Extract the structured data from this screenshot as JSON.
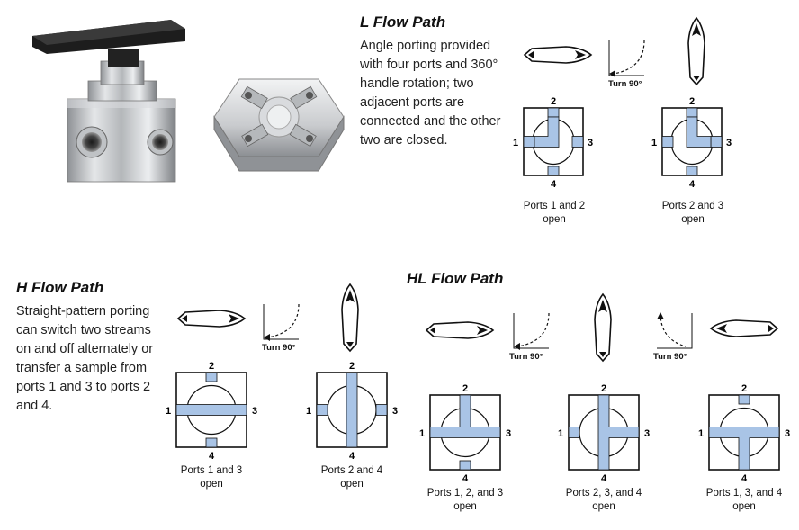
{
  "sections": {
    "l": {
      "title": "L Flow Path",
      "description": "Angle porting provided with four ports and 360° handle rotation; two adjacent ports are connected and the other two are closed.",
      "diagrams": [
        {
          "caption": "Ports 1 and 2 open",
          "ports": [
            "1",
            "2",
            "3",
            "4"
          ]
        },
        {
          "caption": "Ports 2 and 3 open",
          "ports": [
            "1",
            "2",
            "3",
            "4"
          ]
        }
      ],
      "turn_label": "Turn 90°"
    },
    "h": {
      "title": "H Flow Path",
      "description": "Straight-pattern porting can switch two streams on and off alternately or transfer a sample from ports 1 and 3 to ports 2 and 4.",
      "diagrams": [
        {
          "caption": "Ports 1 and 3 open",
          "ports": [
            "1",
            "2",
            "3",
            "4"
          ]
        },
        {
          "caption": "Ports 2 and 4 open",
          "ports": [
            "1",
            "2",
            "3",
            "4"
          ]
        }
      ],
      "turn_label": "Turn 90°"
    },
    "hl": {
      "title": "HL Flow Path",
      "diagrams": [
        {
          "caption": "Ports 1, 2, and 3 open",
          "ports": [
            "1",
            "2",
            "3",
            "4"
          ]
        },
        {
          "caption": "Ports 2, 3, and 4 open",
          "ports": [
            "1",
            "2",
            "3",
            "4"
          ]
        },
        {
          "caption": "Ports 1, 3, and 4 open",
          "ports": [
            "1",
            "2",
            "3",
            "4"
          ]
        }
      ],
      "turn_labels": [
        "Turn 90°",
        "Turn 90°"
      ]
    }
  },
  "colors": {
    "flow_blue": "#a9c4e6",
    "outline": "#111111"
  },
  "icons": [
    "valve-photo-icon",
    "valve-body-photo-icon",
    "handle-icon",
    "turn-arrow-icon"
  ]
}
